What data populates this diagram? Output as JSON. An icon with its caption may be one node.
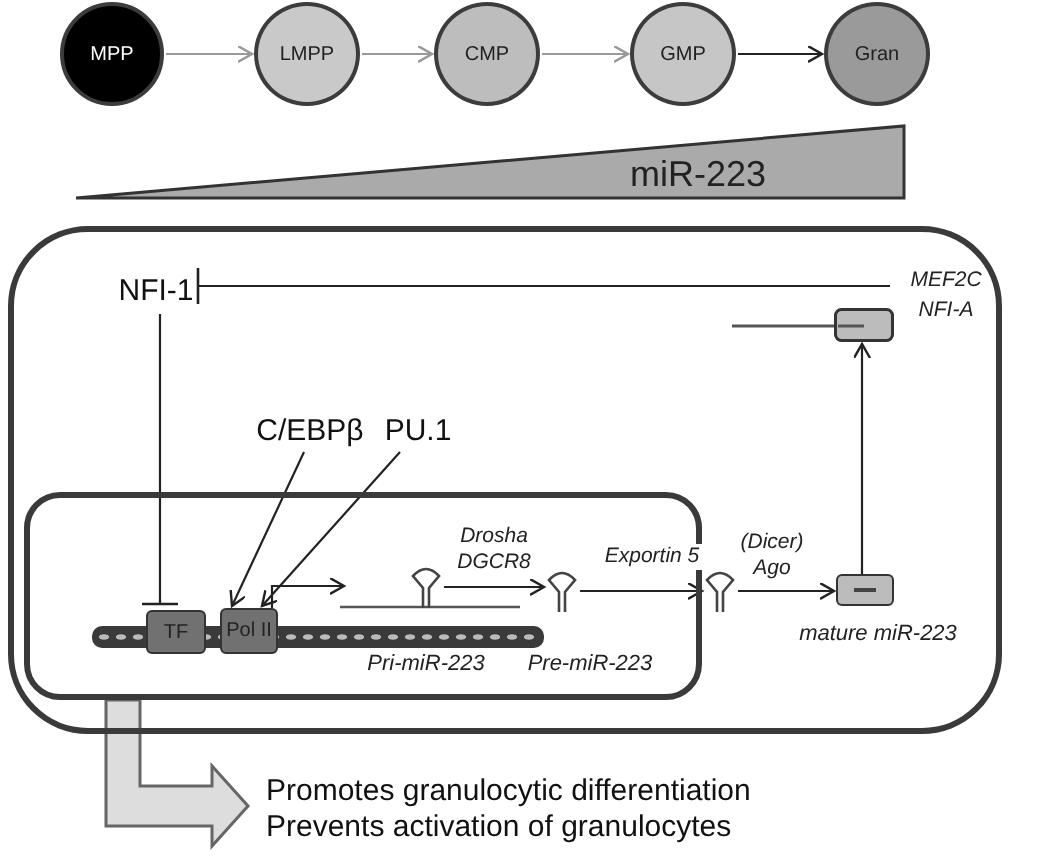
{
  "diagram": {
    "nodes": [
      {
        "text": [
          "MPP"
        ]
      },
      {
        "text": [
          "LMPP"
        ]
      },
      {
        "text": [
          "CMP"
        ]
      },
      {
        "text": [
          "GMP"
        ]
      },
      {
        "text": [
          "Gran"
        ]
      },
      {
        "text": [
          "miR-223"
        ]
      },
      {
        "text": [],
        "shape": "box"
      },
      {
        "text": [],
        "shape": "box",
        "in": 6
      },
      {
        "text": [
          "NFI-1"
        ],
        "in": 6
      },
      {
        "text": [
          "C/EBPβ"
        ],
        "in": 6
      },
      {
        "text": [
          "PU.1"
        ],
        "in": 6
      },
      {
        "text": [
          "TF"
        ],
        "in": 7
      },
      {
        "text": [
          "Pol II"
        ],
        "in": 7
      },
      {
        "text": [],
        "shape": "hairpin",
        "in": 7,
        "beside": [
          "Pri-miR-223"
        ]
      },
      {
        "text": [],
        "shape": "hairpin",
        "in": 7,
        "beside": [
          "Pre-miR-223"
        ]
      },
      {
        "text": [],
        "shape": "hairpin",
        "in": 6
      },
      {
        "text": [],
        "shape": "box",
        "in": 6,
        "beside": [
          "mature miR-223"
        ]
      },
      {
        "text": [],
        "shape": "box",
        "in": 6
      },
      {
        "text": [
          "Promotes granulocytic differentiation",
          "Prevents activation of granulocytes"
        ]
      },
      {
        "text": [
          "MEF2C NFI-A"
        ],
        "in": 6
      }
    ],
    "edges": [
      {
        "from": 0,
        "to": 1,
        "arrow": "to",
        "color": "#999999"
      },
      {
        "from": 1,
        "to": 2,
        "arrow": "to",
        "color": "#999999"
      },
      {
        "from": 2,
        "to": 3,
        "arrow": "to",
        "color": "#999999"
      },
      {
        "from": 3,
        "to": 4,
        "arrow": "to"
      },
      {
        "from": 8,
        "to": 11,
        "arrow": "other"
      },
      {
        "from": 19,
        "to": 8,
        "arrow": "other"
      },
      {
        "from": 9,
        "to": 12,
        "arrow": "to"
      },
      {
        "from": 10,
        "to": 12,
        "arrow": "to"
      },
      {
        "from": 12,
        "to": null,
        "arrow": "to"
      },
      {
        "from": 13,
        "to": 14,
        "arrow": "to",
        "label": "Drosha DGCR8"
      },
      {
        "from": 14,
        "to": 15,
        "arrow": "to",
        "label": "Exportin 5"
      },
      {
        "from": 15,
        "to": 16,
        "arrow": "to",
        "label": "(Dicer) Ago"
      },
      {
        "from": 16,
        "to": 17,
        "arrow": "to"
      },
      {
        "from": 7,
        "to": 18,
        "arrow": "to",
        "style": "thick"
      }
    ]
  }
}
